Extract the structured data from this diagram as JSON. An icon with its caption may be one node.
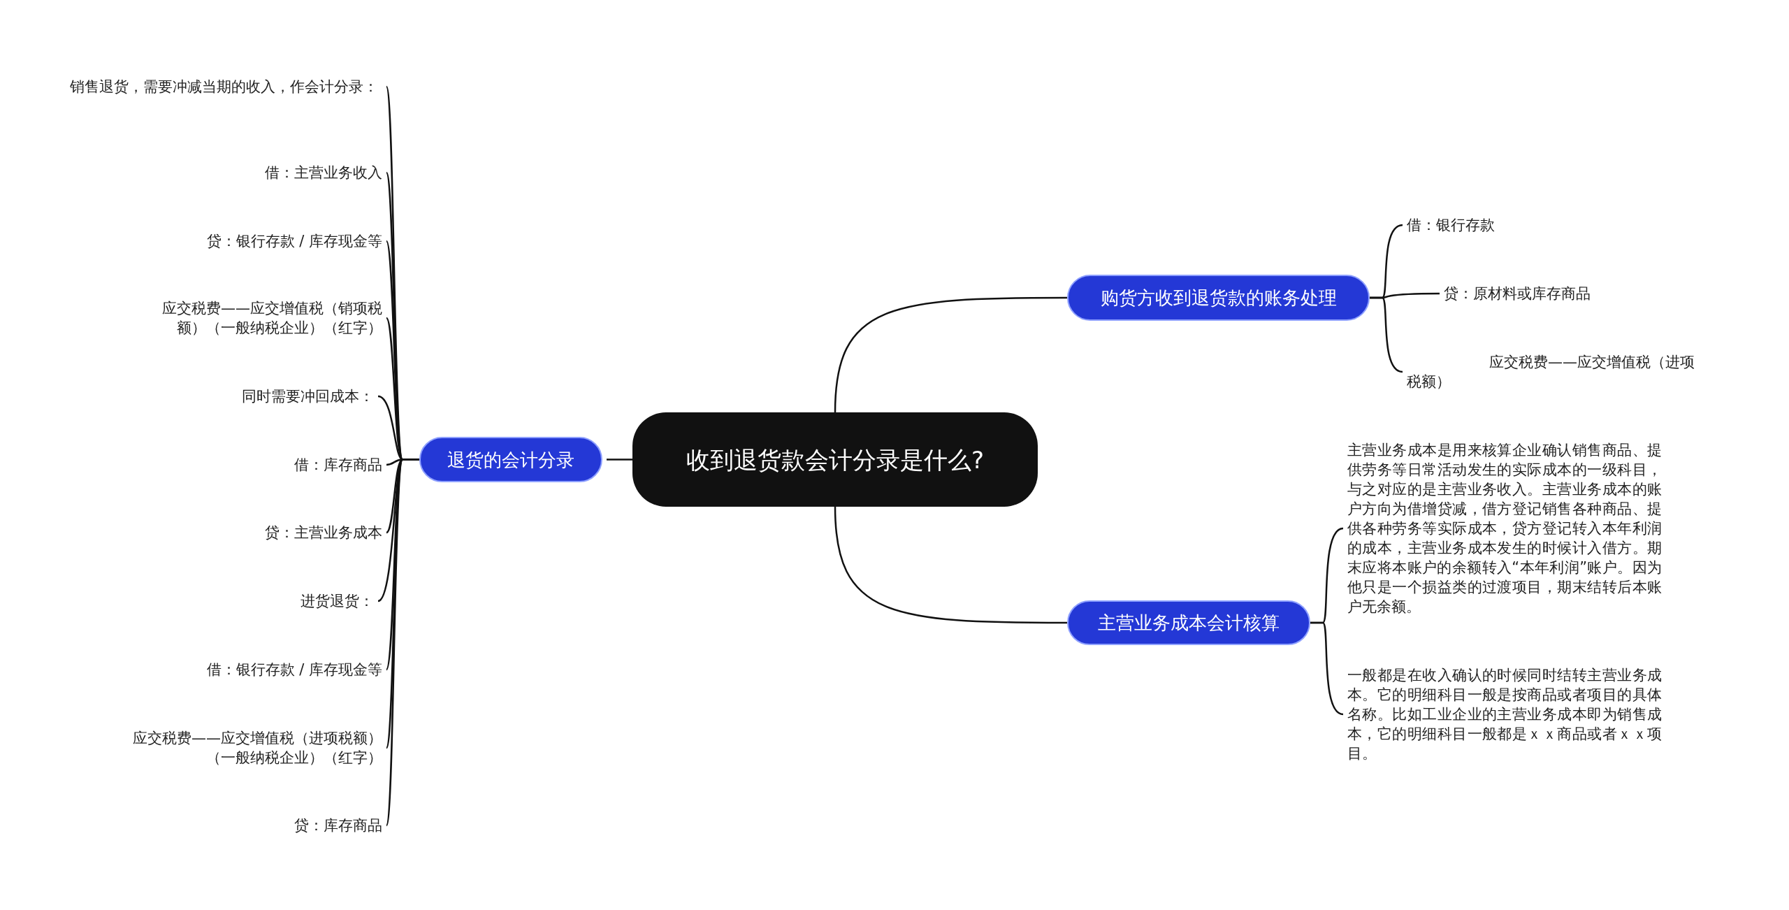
{
  "diagram": {
    "nodes": [
      {
        "text": [
          "收到退货款会计分录是什么?"
        ]
      },
      {
        "text": [
          "退货的会计分录"
        ]
      },
      {
        "text": [
          "销售退货，需要冲减当期的收入，作会计分录："
        ]
      },
      {
        "text": [
          "借：主营业务收入"
        ]
      },
      {
        "text": [
          "贷：银行存款 / 库存现金等"
        ]
      },
      {
        "text": [
          "应交税费——应交增值税（销项税额）（一般纳税企业）（红字）"
        ]
      },
      {
        "text": [
          "同时需要冲回成本："
        ]
      },
      {
        "text": [
          "借：库存商品"
        ]
      },
      {
        "text": [
          "贷：主营业务成本"
        ]
      },
      {
        "text": [
          "进货退货："
        ]
      },
      {
        "text": [
          "借：银行存款 / 库存现金等"
        ]
      },
      {
        "text": [
          "应交税费——应交增值税（进项税额）（一般纳税企业）（红字）"
        ]
      },
      {
        "text": [
          "贷：库存商品"
        ]
      },
      {
        "text": [
          "购货方收到退货款的账务处理"
        ]
      },
      {
        "text": [
          "借：银行存款"
        ]
      },
      {
        "text": [
          "贷：原材料或库存商品"
        ]
      },
      {
        "text": [
          "应交税费——应交增值税（进项税额）"
        ]
      },
      {
        "text": [
          "主营业务成本会计核算"
        ]
      },
      {
        "text": [
          "主营业务成本是用来核算企业确认销售商品、提供劳务等日常活动发生的实际成本的一级科目，与之对应的是主营业务收入。主营业务成本的账户方向为借增贷减，借方登记销售各种商品、提供各种劳务等实际成本，贷方登记转入本年利润的成本，主营业务成本发生的时候计入借方。期末应将本账户的余额转入“本年利润”账户。因为他只是一个损益类的过渡项目，期末结转后本账户无余额。"
        ]
      },
      {
        "text": [
          "一般都是在收入确认的时候同时结转主营业务成本。它的明细科目一般是按商品或者项目的具体名称。比如工业企业的主营业务成本即为销售成本，它的明细科目一般都是ｘｘ商品或者ｘｘ项目。"
        ]
      }
    ],
    "edges": [
      {
        "from": 0,
        "to": 1,
        "arrow": "none"
      },
      {
        "from": 1,
        "to": 2,
        "arrow": "none"
      },
      {
        "from": 1,
        "to": 3,
        "arrow": "none"
      },
      {
        "from": 1,
        "to": 4,
        "arrow": "none"
      },
      {
        "from": 1,
        "to": 5,
        "arrow": "none"
      },
      {
        "from": 1,
        "to": 6,
        "arrow": "none"
      },
      {
        "from": 1,
        "to": 7,
        "arrow": "none"
      },
      {
        "from": 1,
        "to": 8,
        "arrow": "none"
      },
      {
        "from": 1,
        "to": 9,
        "arrow": "none"
      },
      {
        "from": 1,
        "to": 10,
        "arrow": "none"
      },
      {
        "from": 1,
        "to": 11,
        "arrow": "none"
      },
      {
        "from": 1,
        "to": 12,
        "arrow": "none"
      },
      {
        "from": 0,
        "to": 13,
        "arrow": "none"
      },
      {
        "from": 13,
        "to": 14,
        "arrow": "none"
      },
      {
        "from": 13,
        "to": 15,
        "arrow": "none"
      },
      {
        "from": 13,
        "to": 16,
        "arrow": "none"
      },
      {
        "from": 0,
        "to": 17,
        "arrow": "none"
      },
      {
        "from": 17,
        "to": 18,
        "arrow": "none"
      },
      {
        "from": 17,
        "to": 19,
        "arrow": "none"
      }
    ]
  }
}
